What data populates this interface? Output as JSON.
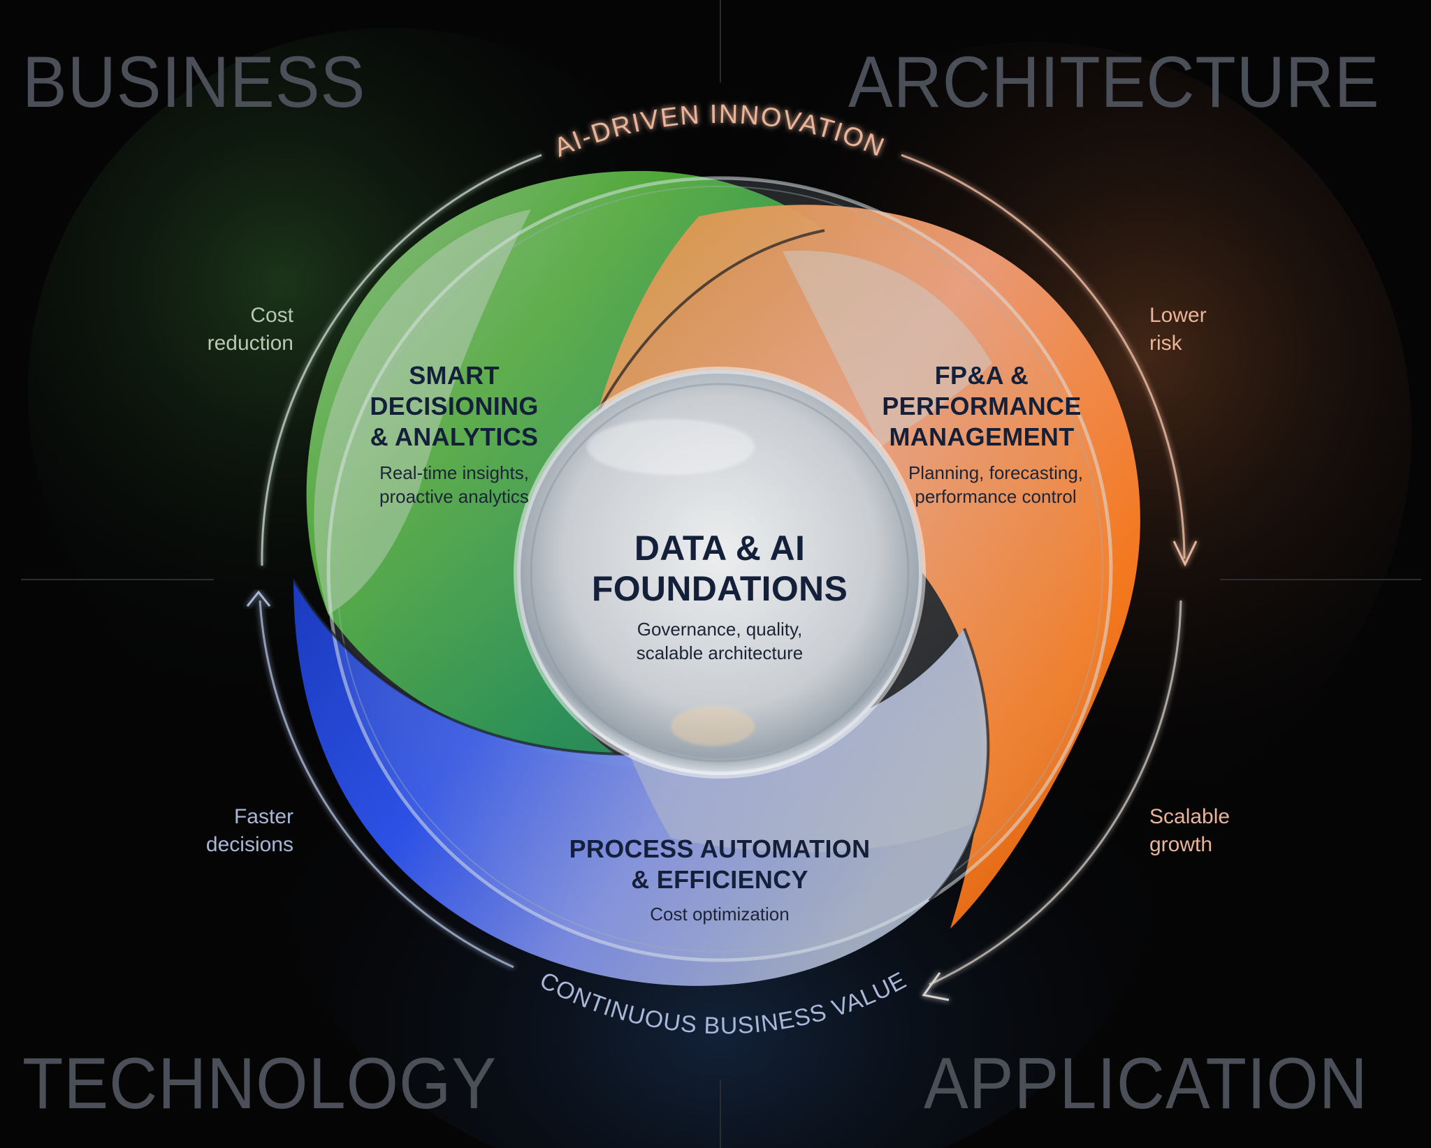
{
  "quadrants": {
    "top_left": "BUSINESS",
    "top_right": "ARCHITECTURE",
    "bottom_left": "TECHNOLOGY",
    "bottom_right": "APPLICATION"
  },
  "ring_labels": {
    "top": "AI-DRIVEN INNOVATION",
    "bottom": "CONTINUOUS BUSINESS VALUE"
  },
  "benefits": {
    "top_left": {
      "line1": "Cost",
      "line2": "reduction"
    },
    "top_right": {
      "line1": "Lower",
      "line2": "risk"
    },
    "bottom_left": {
      "line1": "Faster",
      "line2": "decisions"
    },
    "bottom_right": {
      "line1": "Scalable",
      "line2": "growth"
    }
  },
  "segments": {
    "smart": {
      "title1": "SMART",
      "title2": "DECISIONING",
      "title3": "& ANALYTICS",
      "sub1": "Real-time insights,",
      "sub2": "proactive analytics",
      "color": "#3aa53a"
    },
    "fpa": {
      "title1": "FP&A &",
      "title2": "PERFORMANCE",
      "title3": "MANAGEMENT",
      "sub1": "Planning, forecasting,",
      "sub2": "performance control",
      "color": "#f2832a"
    },
    "process": {
      "title1": "PROCESS AUTOMATION",
      "title2": "& EFFICIENCY",
      "sub1": "Cost optimization",
      "color": "#2f55e8"
    },
    "center": {
      "title1": "DATA & AI",
      "title2": "FOUNDATIONS",
      "sub1": "Governance, quality,",
      "sub2": "scalable architecture"
    }
  },
  "colors": {
    "background": "#050506",
    "quadrant_text": "#4b5058",
    "green": "#3aa53a",
    "orange": "#f2832a",
    "blue": "#2f55e8",
    "ring_top_text": "#e9b49a",
    "ring_bottom_text": "#a9b8d8",
    "benefit_green": "#b9c9b0",
    "benefit_orange": "#e9b49a",
    "benefit_blue": "#a9b8d8"
  }
}
